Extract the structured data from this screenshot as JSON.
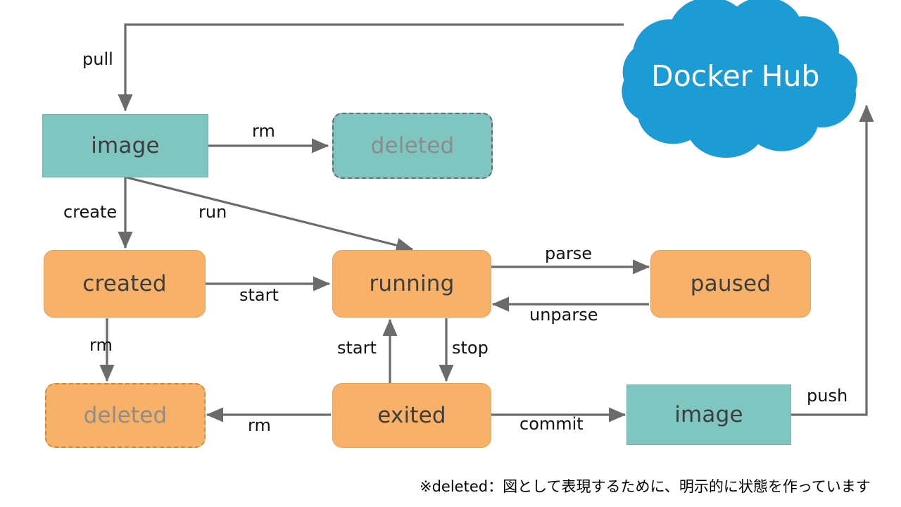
{
  "diagram": {
    "title": "Docker container lifecycle state diagram",
    "colors": {
      "teal": "#7FC5C0",
      "orange": "#F7B169",
      "cloud_blue": "#1C9BD4",
      "arrow_gray": "#6b6b6b",
      "deleted_text": "#8c8c8c",
      "node_text": "#3d3d3d"
    },
    "cloud": {
      "label": "Docker Hub",
      "name": "docker-hub-cloud"
    },
    "nodes": [
      {
        "id": "image-top",
        "label": "image",
        "style": "teal"
      },
      {
        "id": "deleted-top",
        "label": "deleted",
        "style": "deleted-teal"
      },
      {
        "id": "created",
        "label": "created",
        "style": "orange"
      },
      {
        "id": "running",
        "label": "running",
        "style": "orange"
      },
      {
        "id": "paused",
        "label": "paused",
        "style": "orange"
      },
      {
        "id": "deleted-bottom",
        "label": "deleted",
        "style": "deleted-orange"
      },
      {
        "id": "exited",
        "label": "exited",
        "style": "orange"
      },
      {
        "id": "image-bottom",
        "label": "image",
        "style": "teal"
      }
    ],
    "edges": [
      {
        "id": "pull",
        "label": "pull",
        "from": "docker-hub-cloud",
        "to": "image-top"
      },
      {
        "id": "rm-image",
        "label": "rm",
        "from": "image-top",
        "to": "deleted-top"
      },
      {
        "id": "create",
        "label": "create",
        "from": "image-top",
        "to": "created"
      },
      {
        "id": "run",
        "label": "run",
        "from": "image-top",
        "to": "running"
      },
      {
        "id": "start-1",
        "label": "start",
        "from": "created",
        "to": "running"
      },
      {
        "id": "rm-created",
        "label": "rm",
        "from": "created",
        "to": "deleted-bottom"
      },
      {
        "id": "parse",
        "label": "parse",
        "from": "running",
        "to": "paused"
      },
      {
        "id": "unparse",
        "label": "unparse",
        "from": "paused",
        "to": "running"
      },
      {
        "id": "stop",
        "label": "stop",
        "from": "running",
        "to": "exited"
      },
      {
        "id": "start-2",
        "label": "start",
        "from": "exited",
        "to": "running"
      },
      {
        "id": "rm-exited",
        "label": "rm",
        "from": "exited",
        "to": "deleted-bottom"
      },
      {
        "id": "commit",
        "label": "commit",
        "from": "exited",
        "to": "image-bottom"
      },
      {
        "id": "push",
        "label": "push",
        "from": "image-bottom",
        "to": "docker-hub-cloud"
      }
    ],
    "footnote": "※deleted：図として表現するために、明示的に状態を作っています"
  }
}
